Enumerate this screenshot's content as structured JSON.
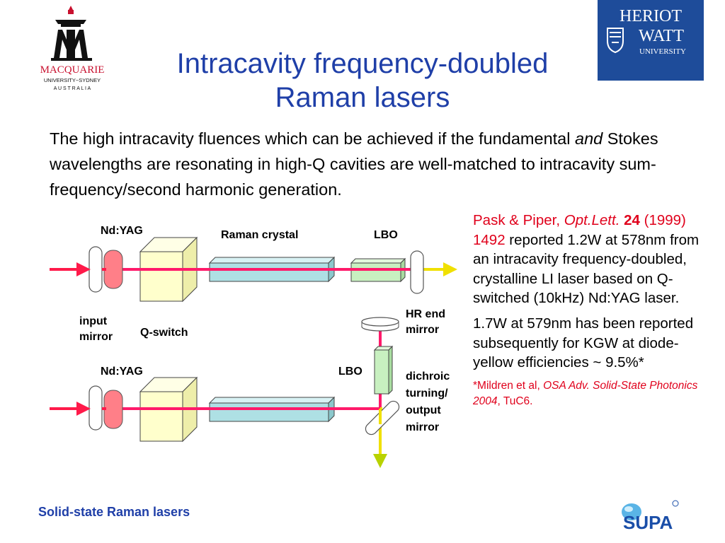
{
  "title_line1": "Intracavity frequency-doubled",
  "title_line2": "Raman lasers",
  "intro": {
    "part1": "The high intracavity fluences which can be achieved if the fundamental ",
    "italic": "and",
    "part2": " Stokes wavelengths are resonating in high-Q cavities are well-matched to intracavity sum-frequency/second harmonic generation."
  },
  "diagram": {
    "label_ndyag_top": "Nd:YAG",
    "label_raman": "Raman crystal",
    "label_lbo_top": "LBO",
    "label_input_1": "input",
    "label_input_2": "mirror",
    "label_qswitch": "Q-switch",
    "label_hr_1": "HR end",
    "label_hr_2": "mirror",
    "label_ndyag_bottom": "Nd:YAG",
    "label_lbo_bottom": "LBO",
    "label_dichroic_1": "dichroic",
    "label_dichroic_2": "turning/",
    "label_dichroic_3": "output",
    "label_dichroic_4": "mirror",
    "colors": {
      "pump": "#ff1a4a",
      "beam": "#f0e000",
      "crystal": "#aee0e4",
      "yag": "#ffffcc",
      "lbo": "#c8f0c0"
    }
  },
  "right": {
    "ref_authors": "Pask & Piper, ",
    "ref_journal": "Opt.Lett.",
    "ref_vol": "24",
    "ref_rest": "(1999) 1492",
    "para1_rest": " reported 1.2W at 578nm from an intracavity frequency-doubled, crystalline LI laser based on Q-switched (10kHz) Nd:YAG laser.",
    "para2": "1.7W at 579nm has been reported subsequently for KGW at diode-yellow efficiencies ~ 9.5%*",
    "fn_pre": "*Mildren et al, ",
    "fn_journal": "OSA Adv. Solid-State Photonics 2004",
    "fn_post": ", TuC6."
  },
  "footer": "Solid-state Raman lasers",
  "logos": {
    "macquarie_name": "MACQUARIE",
    "macquarie_sub": "UNIVERSITY~SYDNEY",
    "macquarie_country": "A U S T R A L I A",
    "hw_line1": "HERIOT",
    "hw_line2": "WATT",
    "hw_line3": "UNIVERSITY",
    "supa": "SUPA"
  }
}
